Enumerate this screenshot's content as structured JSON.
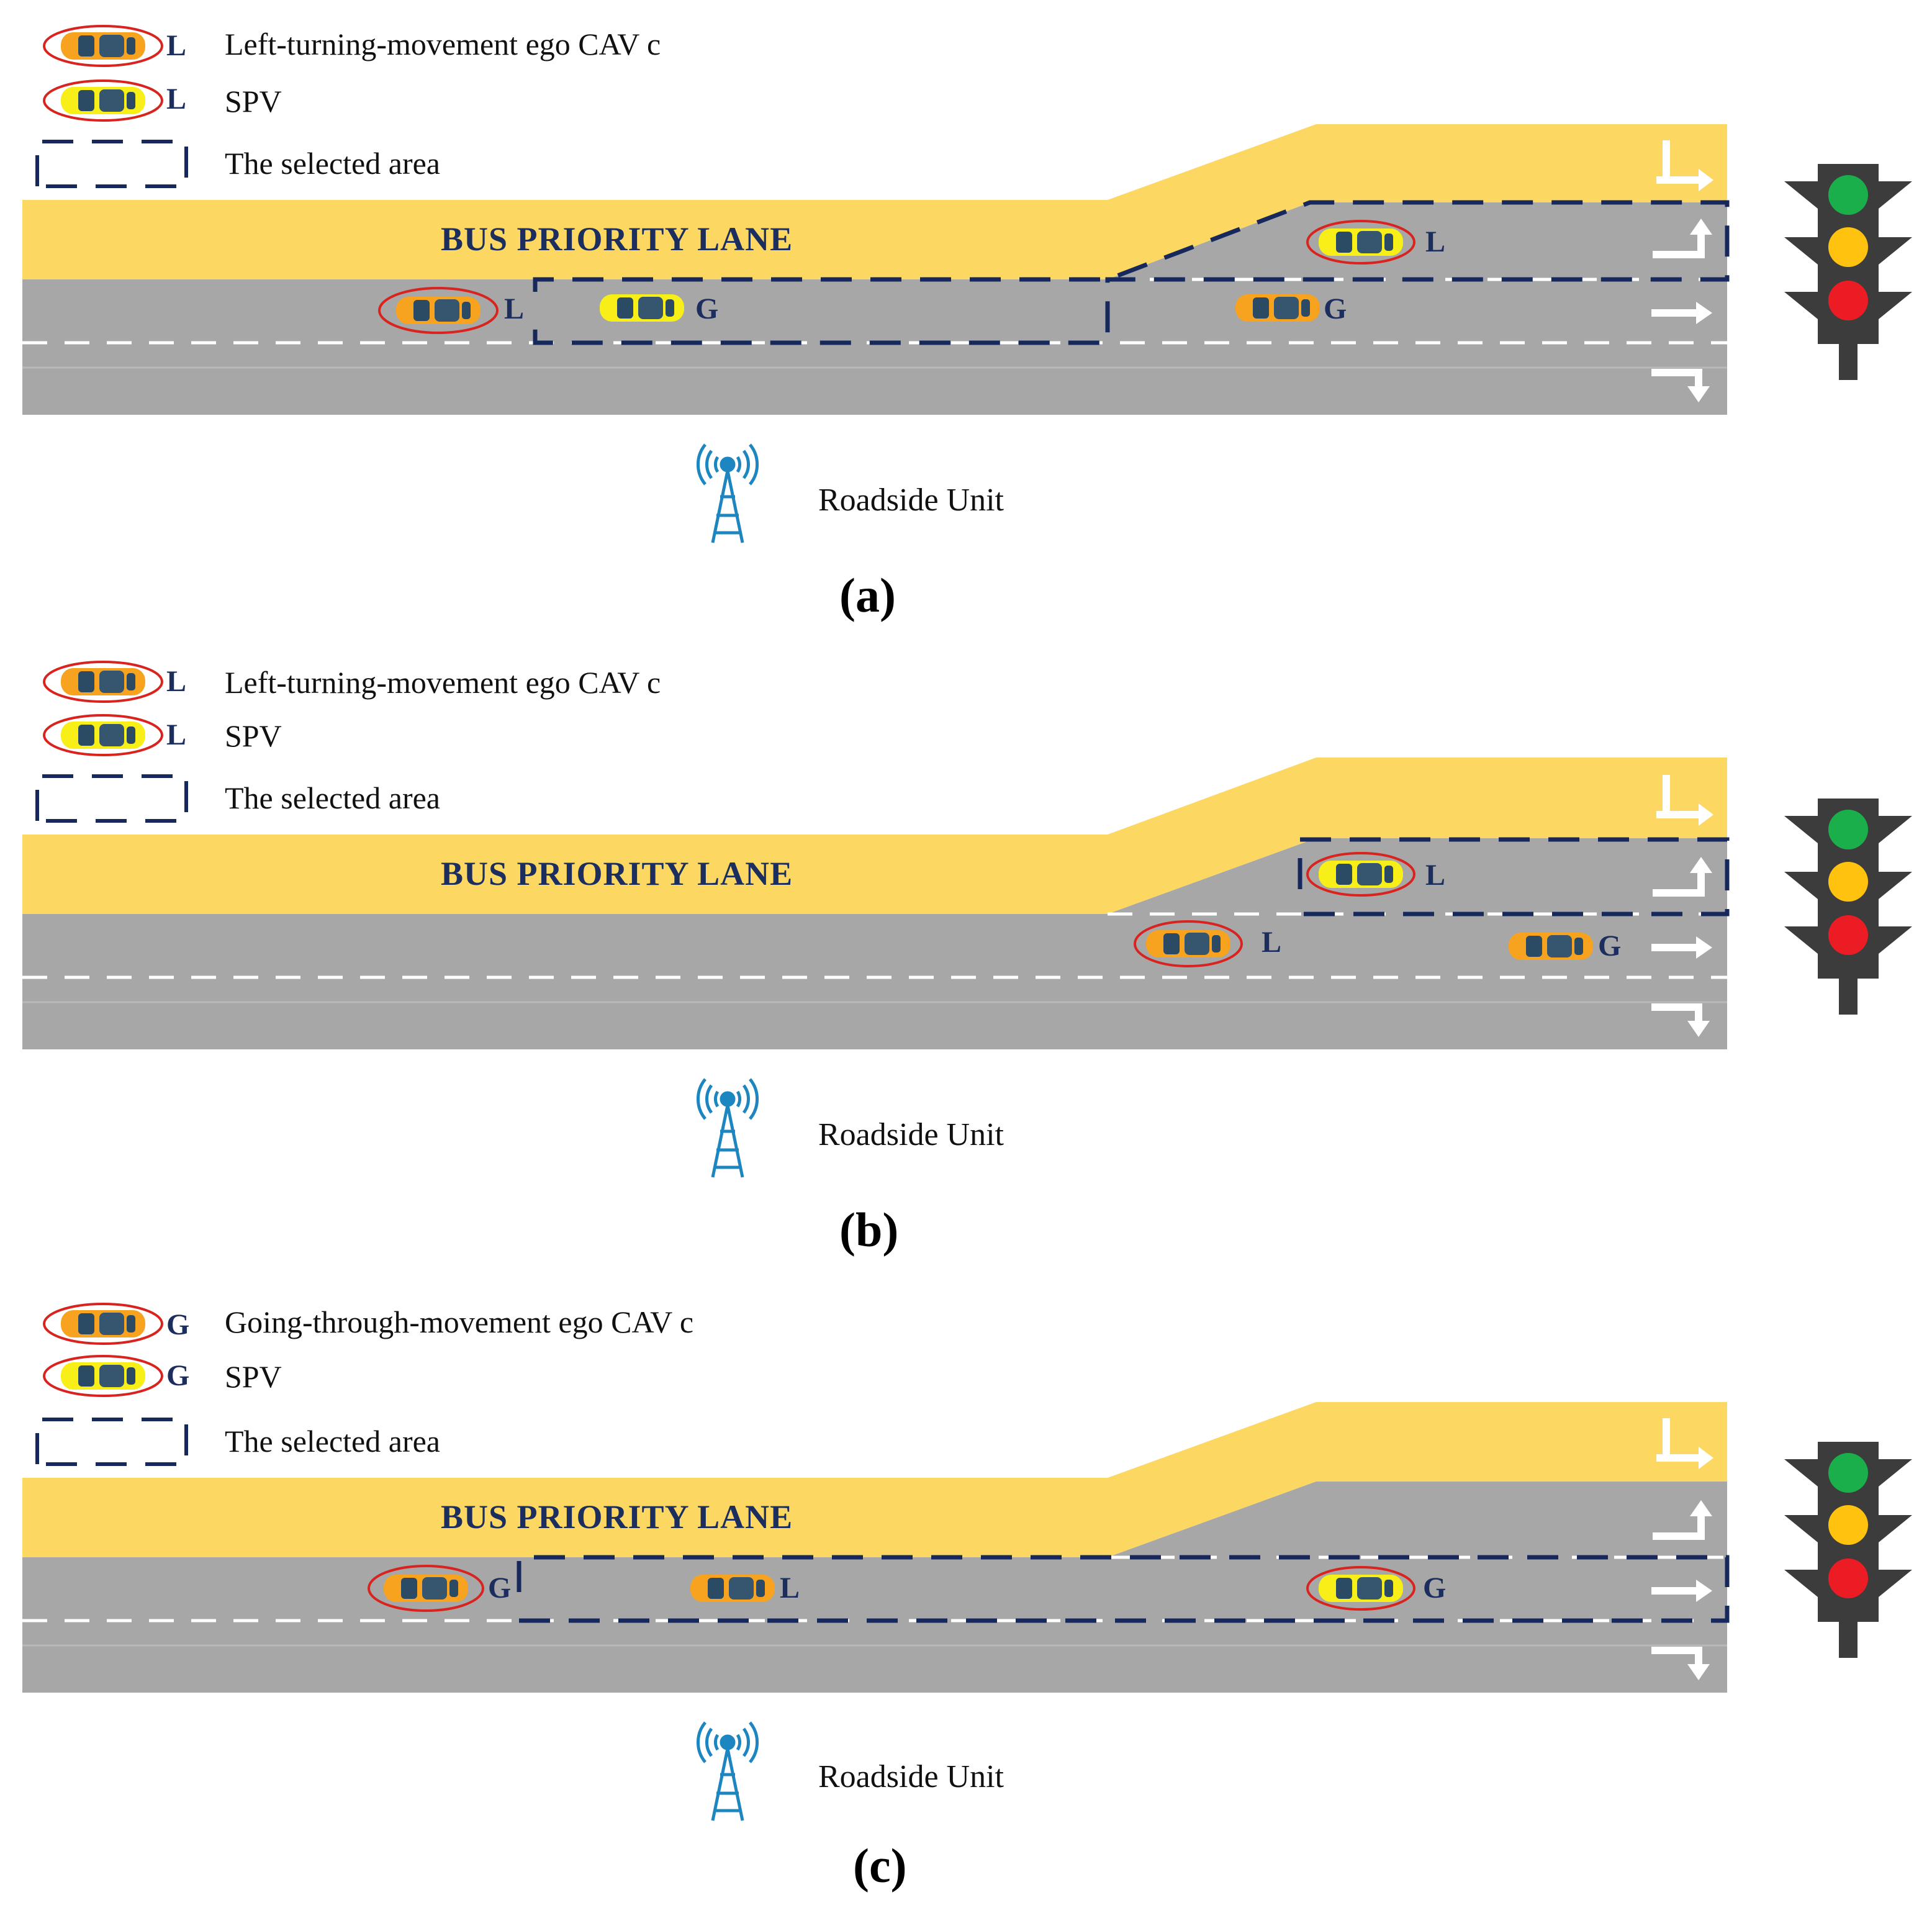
{
  "colors": {
    "bus_lane": "#fcd862",
    "road": "#a7a7a7",
    "selected_area": "#16285c",
    "ego_car": "#f7a320",
    "spv_car": "#f7ef17",
    "highlight_ellipse": "#d8231e",
    "rsu": "#1d86c0",
    "signal_housing": "#3c3c3c",
    "signal_green": "#1aaf4b",
    "signal_amber": "#ffc20e",
    "signal_red": "#ec1c24"
  },
  "panels": [
    {
      "id": "a",
      "label": "(a)",
      "legend": {
        "ego_tag": "L",
        "ego_text": "Left-turning-movement ego CAV c",
        "spv_tag": "L",
        "spv_text": "SPV",
        "area_text": "The selected area"
      },
      "bus_lane_label": "BUS PRIORITY LANE",
      "rsu_label": "Roadside Unit",
      "vehicles": [
        {
          "type": "ego",
          "tag": "L"
        },
        {
          "type": "plain-yellow",
          "tag": "G"
        },
        {
          "type": "spv",
          "tag": "L"
        },
        {
          "type": "plain-orange",
          "tag": "G"
        }
      ]
    },
    {
      "id": "b",
      "label": "(b)",
      "legend": {
        "ego_tag": "L",
        "ego_text": "Left-turning-movement ego CAV  c",
        "spv_tag": "L",
        "spv_text": "SPV",
        "area_text": "The selected area"
      },
      "bus_lane_label": "BUS PRIORITY LANE",
      "rsu_label": "Roadside Unit",
      "vehicles": [
        {
          "type": "spv",
          "tag": "L"
        },
        {
          "type": "ego",
          "tag": "L"
        },
        {
          "type": "plain-orange",
          "tag": "G"
        }
      ]
    },
    {
      "id": "c",
      "label": "(c)",
      "legend": {
        "ego_tag": "G",
        "ego_text": "Going-through-movement ego CAV c",
        "spv_tag": "G",
        "spv_text": "SPV",
        "area_text": "The selected area"
      },
      "bus_lane_label": "BUS PRIORITY LANE",
      "rsu_label": "Roadside Unit",
      "vehicles": [
        {
          "type": "ego",
          "tag": "G"
        },
        {
          "type": "plain-orange",
          "tag": "L"
        },
        {
          "type": "spv",
          "tag": "G"
        }
      ]
    }
  ]
}
